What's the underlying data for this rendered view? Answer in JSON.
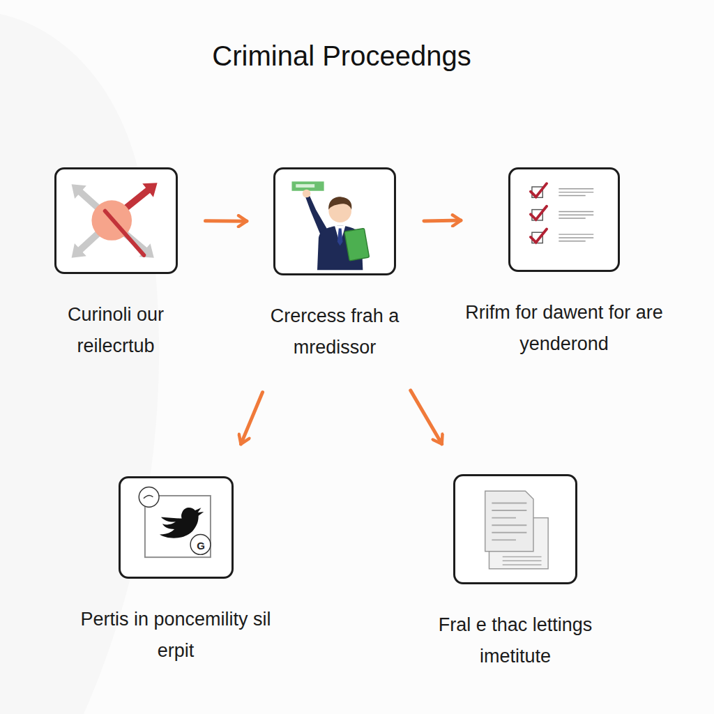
{
  "diagram": {
    "title": "Criminal Proceedngs",
    "nodes": [
      {
        "text": [
          "Curinoli our reilecrtub"
        ]
      },
      {
        "text": [
          "Crercess frah a mredissor"
        ]
      },
      {
        "text": [
          "Rrifm for dawent for are yenderond"
        ]
      },
      {
        "text": [
          "Pertis in poncemility sil erpit"
        ]
      },
      {
        "text": [
          "Fral e thac lettings imetitute"
        ]
      }
    ],
    "edges": [
      {
        "from": 0,
        "to": 1,
        "arrow": "to"
      },
      {
        "from": 1,
        "to": 2,
        "arrow": "to"
      },
      {
        "from": 1,
        "to": 3,
        "arrow": "to"
      },
      {
        "from": 1,
        "to": 4,
        "arrow": "to"
      }
    ],
    "labels": [
      "G"
    ]
  }
}
